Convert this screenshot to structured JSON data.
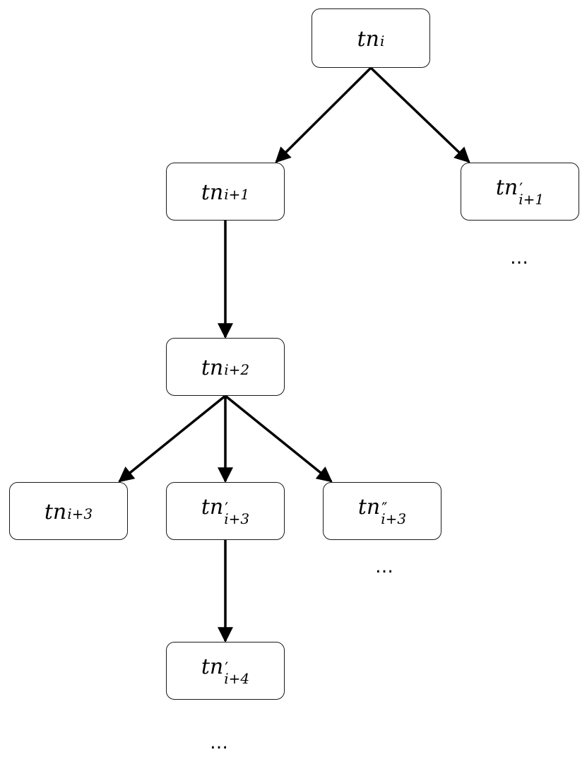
{
  "diagram": {
    "nodes": [
      {
        "id": "tn-i",
        "base": "tn",
        "prime": "",
        "sub": "i"
      },
      {
        "id": "tn-i1",
        "base": "tn",
        "prime": "",
        "sub": "i+1"
      },
      {
        "id": "tn-i1-prime",
        "base": "tn",
        "prime": "′",
        "sub": "i+1"
      },
      {
        "id": "tn-i2",
        "base": "tn",
        "prime": "",
        "sub": "i+2"
      },
      {
        "id": "tn-i3",
        "base": "tn",
        "prime": "",
        "sub": "i+3"
      },
      {
        "id": "tn-i3-prime",
        "base": "tn",
        "prime": "′",
        "sub": "i+3"
      },
      {
        "id": "tn-i3-dprime",
        "base": "tn",
        "prime": "″",
        "sub": "i+3"
      },
      {
        "id": "tn-i4-prime",
        "base": "tn",
        "prime": "′",
        "sub": "i+4"
      }
    ],
    "edges": [
      {
        "from": "tn-i",
        "to": "tn-i1"
      },
      {
        "from": "tn-i",
        "to": "tn-i1-prime"
      },
      {
        "from": "tn-i1",
        "to": "tn-i2"
      },
      {
        "from": "tn-i2",
        "to": "tn-i3"
      },
      {
        "from": "tn-i2",
        "to": "tn-i3-prime"
      },
      {
        "from": "tn-i2",
        "to": "tn-i3-dprime"
      },
      {
        "from": "tn-i3-prime",
        "to": "tn-i4-prime"
      }
    ],
    "ellipses": [
      {
        "id": "after-tn-i1-prime",
        "text": "…"
      },
      {
        "id": "after-tn-i3-dprime",
        "text": "…"
      },
      {
        "id": "after-tn-i4-prime",
        "text": "…"
      }
    ],
    "colors": {
      "stroke": "#000000",
      "node_border": "#1a1a1a",
      "background": "#ffffff"
    }
  }
}
